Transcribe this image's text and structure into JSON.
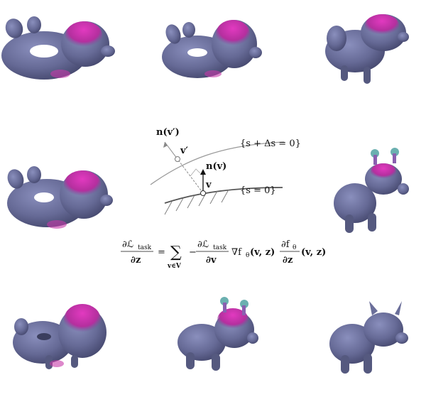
{
  "diagram": {
    "normal_prime_label": "n(v′)",
    "vertex_prime_label": "v′",
    "normal_label": "n(v)",
    "vertex_label": "v",
    "level_set_shifted": "{s + Δs = 0}",
    "level_set": "{s = 0}"
  },
  "formula": {
    "lhs_num": "∂ℒ",
    "lhs_num_sub": "task",
    "lhs_den": "∂z",
    "equals": "=",
    "sum": "∑",
    "sum_sub": "v∈V",
    "minus": "−",
    "frac2_num": "∂ℒ",
    "frac2_num_sub": "task",
    "frac2_den": "∂v",
    "grad": "∇f",
    "grad_sub": "θ",
    "args1": "(v, z)",
    "frac3_num": "∂f",
    "frac3_num_sub": "θ",
    "frac3_den": "∂z",
    "args2": "(v, z)"
  },
  "colors": {
    "mesh_base": "#6b6f9a",
    "mesh_highlight": "#d32fb0",
    "mesh_teal": "#4aa3a3",
    "curve_gray": "#9a9a9a",
    "curve_dark": "#555555"
  },
  "shapes": {
    "sequence": [
      "torus-dog",
      "torus-dog",
      "dog-cow",
      "torus-dog",
      "cow-horns",
      "torus-dog-back",
      "cow-horns",
      "cow"
    ]
  }
}
